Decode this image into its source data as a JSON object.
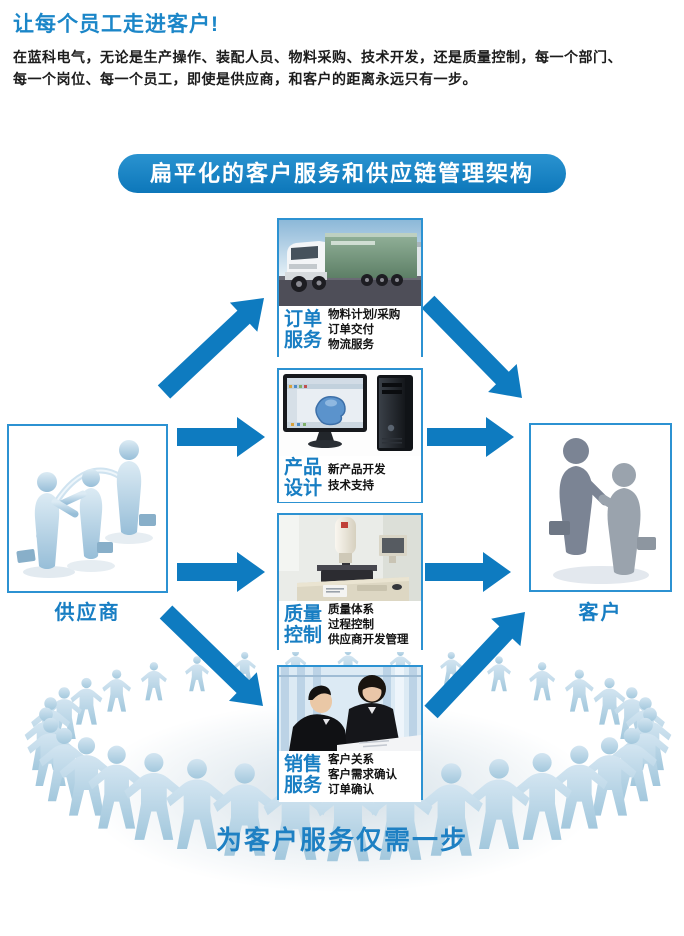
{
  "page": {
    "title": "让每个员工走进客户!",
    "intro_line1": "在蓝科电气，无论是生产操作、装配人员、物料采购、技术开发，还是质量控制，每一个部门、",
    "intro_line2": "每一个岗位、每一个员工，即使是供应商，和客户的距离永远只有一步。",
    "banner": "扁平化的客户服务和供应链管理架构",
    "footer_slogan": "为客户服务仅需一步"
  },
  "diagram": {
    "supplier": {
      "label": "供应商"
    },
    "customer": {
      "label": "客户"
    },
    "cards": [
      {
        "title_line1": "订单",
        "title_line2": "服务",
        "items": [
          "物料计划/采购",
          "订单交付",
          "物流服务"
        ],
        "photo": "truck-photo"
      },
      {
        "title_line1": "产品",
        "title_line2": "设计",
        "items": [
          "新产品开发",
          "技术支持"
        ],
        "photo": "cad-computer-photo"
      },
      {
        "title_line1": "质量",
        "title_line2": "控制",
        "items": [
          "质量体系",
          "过程控制",
          "供应商开发管理"
        ],
        "photo": "measuring-machine-photo"
      },
      {
        "title_line1": "销售",
        "title_line2": "服务",
        "items": [
          "客户关系",
          "客户需求确认",
          "订单确认"
        ],
        "photo": "sales-meeting-photo"
      }
    ]
  },
  "colors": {
    "arrow_blue": "#0e7bc0",
    "banner_blue": "#0f80c5",
    "title_blue": "#1b86c8",
    "label_blue": "#187ec3",
    "people_light_blue": "#b5d3e6"
  }
}
